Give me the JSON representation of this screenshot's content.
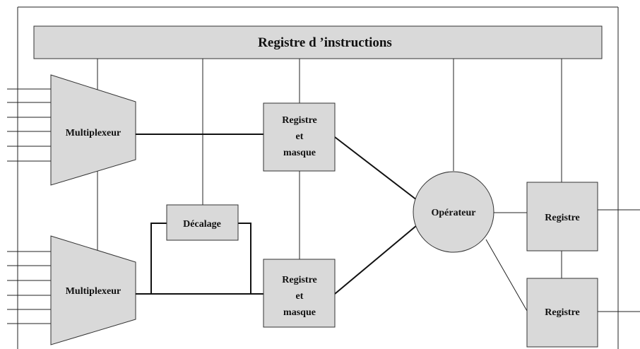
{
  "diagram": {
    "instruction_register": "Registre d ’instructions",
    "mux_top": "Multiplexeur",
    "mux_bottom": "Multiplexeur",
    "decalage": "Décalage",
    "reg_masque_top": [
      "Registre",
      "et",
      "masque"
    ],
    "reg_masque_bottom": [
      "Registre",
      "et",
      "masque"
    ],
    "operateur": "Opérateur",
    "registre_out_top": "Registre",
    "registre_out_bottom": "Registre",
    "colors": {
      "fill": "#d9d9d9",
      "stroke": "#222222",
      "background": "#ffffff"
    }
  }
}
